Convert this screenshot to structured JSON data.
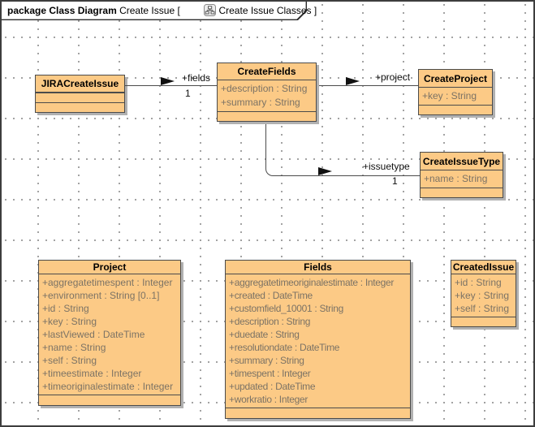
{
  "frame": {
    "keyword": "package Class Diagram",
    "package_name": " Create Issue ",
    "bracket_open": "[",
    "diagram_name": "Create Issue Classes",
    "bracket_close": " ]",
    "icon": "class-diagram-icon"
  },
  "colors": {
    "class_fill": "#fcca86",
    "class_border": "#4b4b4b",
    "attribute_text": "#7c7365",
    "shadow": "#b1b1b1",
    "grid_dot": "#8c8c8c"
  },
  "classes": {
    "jira_create_issue": {
      "name": "JIRACreateIssue",
      "attributes": []
    },
    "create_fields": {
      "name": "CreateFields",
      "attributes": [
        "+description : String",
        "+summary : String"
      ]
    },
    "create_project": {
      "name": "CreateProject",
      "attributes": [
        "+key : String"
      ]
    },
    "create_issue_type": {
      "name": "CreateIssueType",
      "attributes": [
        "+name : String"
      ]
    },
    "project": {
      "name": "Project",
      "attributes": [
        "+aggregatetimespent : Integer",
        "+environment : String [0..1]",
        "+id : String",
        "+key : String",
        "+lastViewed : DateTime",
        "+name : String",
        "+self : String",
        "+timeestimate : Integer",
        "+timeoriginalestimate : Integer"
      ]
    },
    "fields": {
      "name": "Fields",
      "attributes": [
        "+aggregatetimeoriginalestimate : Integer",
        "+created : DateTime",
        "+customfield_10001 : String",
        "+description : String",
        "+duedate : String",
        "+resolutiondate : DateTime",
        "+summary : String",
        "+timespent : Integer",
        "+updated : DateTime",
        "+workratio : Integer"
      ]
    },
    "created_issue": {
      "name": "CreatedIssue",
      "attributes": [
        "+id : String",
        "+key : String",
        "+self : String"
      ]
    }
  },
  "associations": {
    "fields_assoc": {
      "role": "+fields",
      "multiplicity": "1"
    },
    "project_assoc": {
      "role": "+project",
      "multiplicity": ""
    },
    "issuetype_assoc": {
      "role": "+issuetype",
      "multiplicity": "1"
    }
  }
}
